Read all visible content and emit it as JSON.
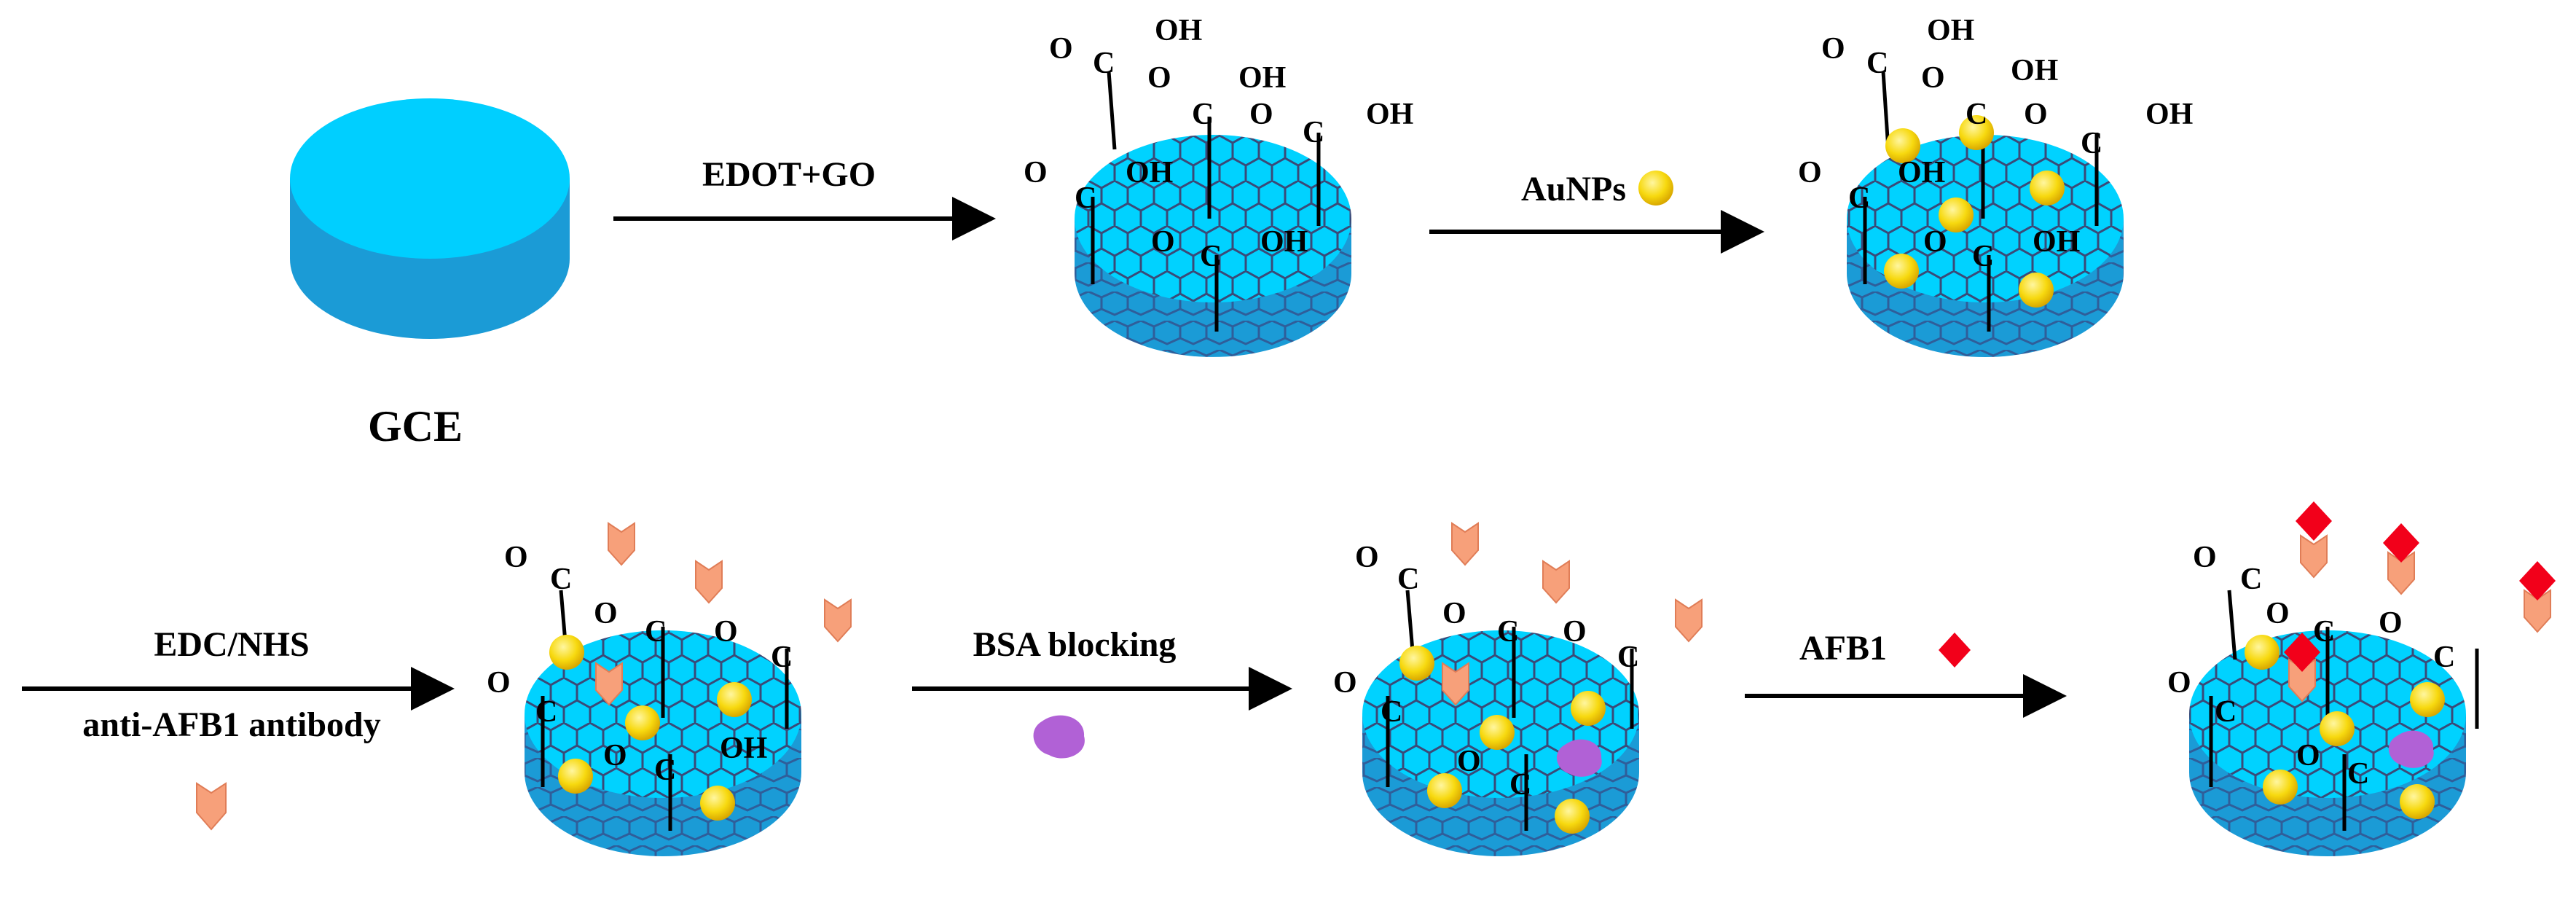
{
  "labels": {
    "gce": "GCE",
    "step1": "EDOT+GO",
    "step2": "AuNPs",
    "step3_line1": "EDC/NHS",
    "step3_line2": "anti-AFB1 antibody",
    "step4": "BSA blocking",
    "step5": "AFB1"
  },
  "chem": {
    "o": "O",
    "c": "C",
    "oh": "OH"
  },
  "colors": {
    "electrode_top": "#00D2FF",
    "electrode_side": "#1B9BD6",
    "lattice_line": "#3A4A78",
    "gold": "#F7D90F",
    "antibody": "#F7A07A",
    "bsa": "#B161D6",
    "afb1": "#F2001A"
  }
}
